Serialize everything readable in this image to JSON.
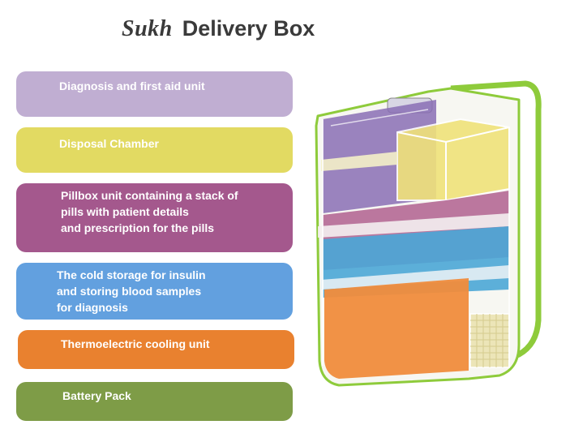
{
  "header": {
    "brand": "Sukh",
    "title": "Delivery Box"
  },
  "units": [
    {
      "label": "Diagnosis and first aid unit",
      "color": "#c0aed2"
    },
    {
      "label": "Disposal Chamber",
      "color": "#e2da62"
    },
    {
      "label": "Pillbox unit containing a stack of\npills with patient details\nand prescription for the pills",
      "color": "#a4588d"
    },
    {
      "label": "The cold storage for insulin\nand storing blood samples\nfor diagnosis",
      "color": "#62a0df"
    },
    {
      "label": "Thermoelectric cooling unit",
      "color": "#e9812f"
    },
    {
      "label": "Battery Pack",
      "color": "#7e9c47"
    }
  ],
  "colors": {
    "outline": "#8ecb3b",
    "text_dark": "#3a3a3a"
  }
}
